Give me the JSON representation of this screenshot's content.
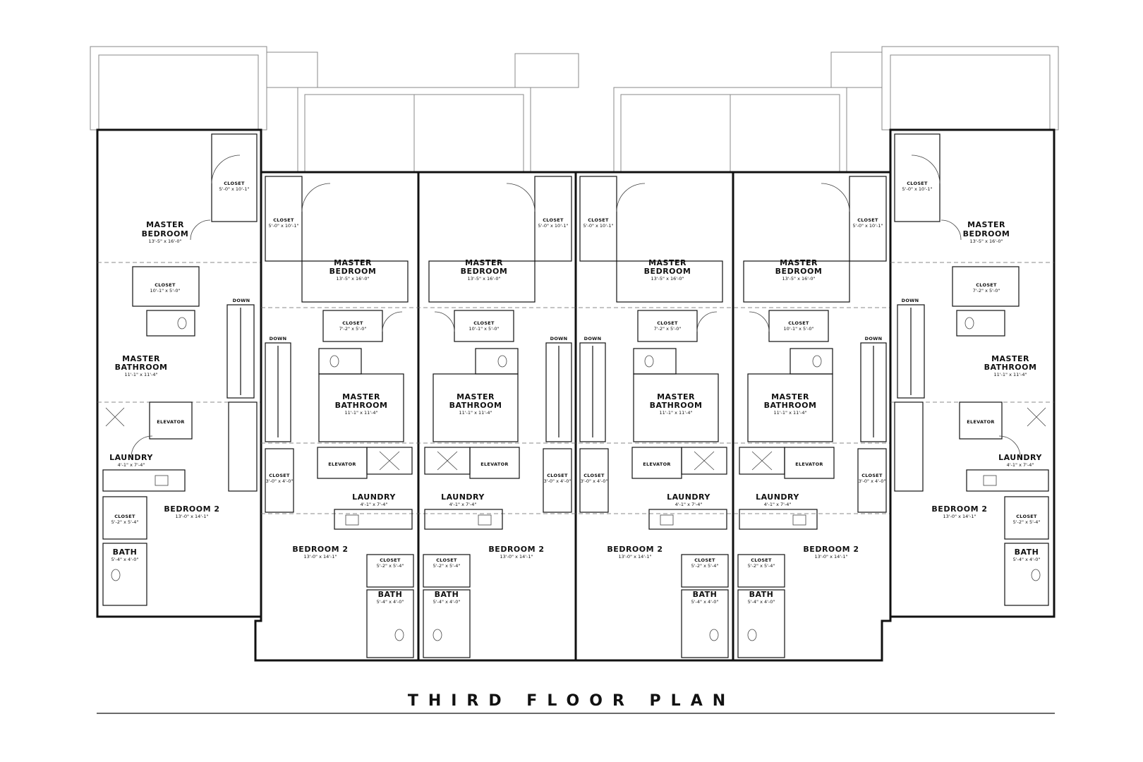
{
  "title": "THIRD FLOOR PLAN",
  "labels": {
    "master_bedroom_1": "MASTER",
    "master_bedroom_2": "BEDROOM",
    "master_bedroom_dim": "13'-5\" x 16'-0\"",
    "master_bath_1": "MASTER",
    "master_bath_2": "BATHROOM",
    "master_bath_dim": "11'-1\" x 11'-4\"",
    "closet": "CLOSET",
    "closet_a_dim": "5'-0\" x 10'-1\"",
    "closet_b_dim": "10'-1\" x 5'-0\"",
    "closet_c_dim": "7'-2\" x 5'-0\"",
    "closet_d_dim": "5'-2\" x 5'-4\"",
    "closet_e_dim": "3'-0\" x 4'-0\"",
    "elevator": "ELEVATOR",
    "laundry": "LAUNDRY",
    "laundry_dim": "4'-1\" x 7'-4\"",
    "bedroom2": "BEDROOM 2",
    "bedroom2_dim": "13'-0\" x 14'-1\"",
    "bath": "BATH",
    "bath_dim": "5'-4\" x 4'-0\"",
    "down": "DOWN"
  },
  "units": [
    {
      "id": "end-unit-left",
      "mirror": false
    },
    {
      "id": "inner-unit-1",
      "mirror": false
    },
    {
      "id": "inner-unit-2",
      "mirror": true
    },
    {
      "id": "inner-unit-3",
      "mirror": false
    },
    {
      "id": "inner-unit-4",
      "mirror": true
    },
    {
      "id": "end-unit-right",
      "mirror": true
    }
  ],
  "colors": {
    "line": "#111111",
    "balcony": "#888888",
    "background": "#ffffff"
  }
}
